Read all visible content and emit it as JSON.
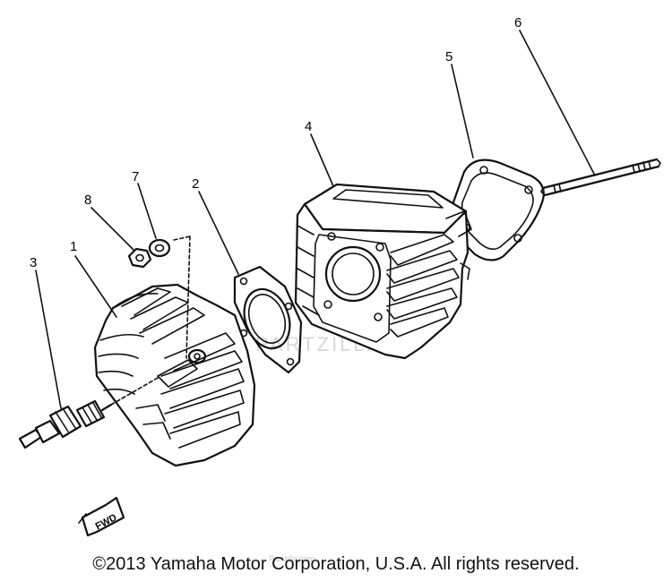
{
  "callouts": [
    {
      "id": "1",
      "label": "1"
    },
    {
      "id": "2",
      "label": "2"
    },
    {
      "id": "3",
      "label": "3"
    },
    {
      "id": "4",
      "label": "4"
    },
    {
      "id": "5",
      "label": "5"
    },
    {
      "id": "6",
      "label": "6"
    },
    {
      "id": "7",
      "label": "7"
    },
    {
      "id": "8",
      "label": "8"
    }
  ],
  "fwd_mark": "FWD",
  "watermark": "PARTZILLA",
  "watermark_small": "Partzilla.com",
  "copyright": "©2013 Yamaha Motor Corporation, U.S.A. All rights reserved."
}
